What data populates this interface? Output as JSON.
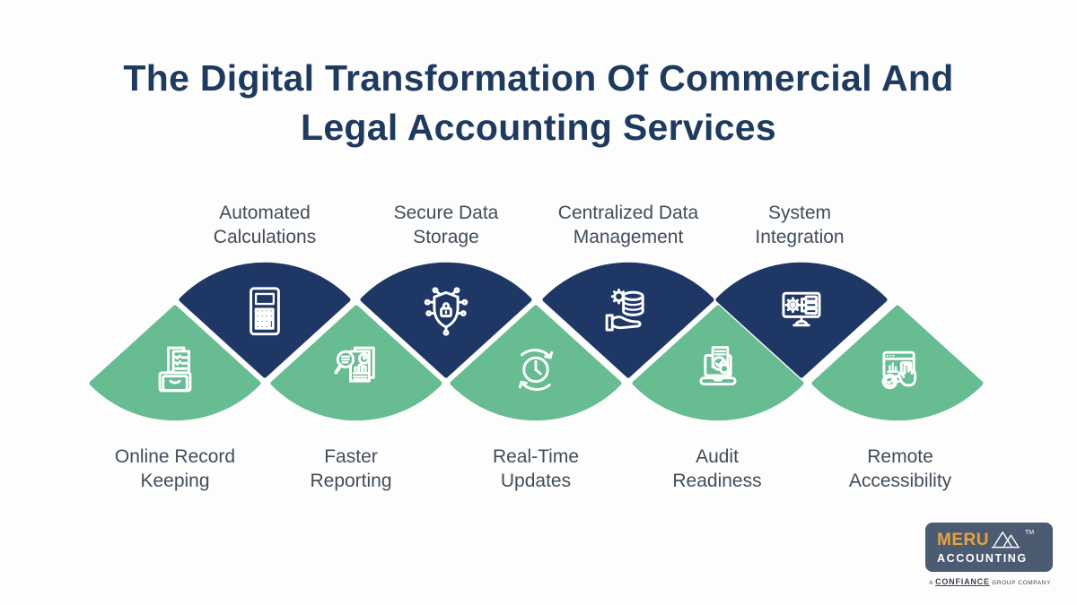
{
  "title": {
    "lines": [
      "The Digital Transformation Of Commercial And",
      "Legal Accounting Services"
    ]
  },
  "steps": [
    {
      "label": "Online Record Keeping",
      "lines": [
        "Online Record",
        "Keeping"
      ],
      "row": "bottom",
      "icon": "inbox-documents-icon"
    },
    {
      "label": "Automated Calculations",
      "lines": [
        "Automated",
        "Calculations"
      ],
      "row": "top",
      "icon": "calculator-icon"
    },
    {
      "label": "Faster Reporting",
      "lines": [
        "Faster",
        "Reporting"
      ],
      "row": "bottom",
      "icon": "report-magnifier-icon"
    },
    {
      "label": "Secure Data Storage",
      "lines": [
        "Secure Data",
        "Storage"
      ],
      "row": "top",
      "icon": "shield-lock-icon"
    },
    {
      "label": "Real-Time Updates",
      "lines": [
        "Real-Time",
        "Updates"
      ],
      "row": "bottom",
      "icon": "clock-refresh-icon"
    },
    {
      "label": "Centralized Data Management",
      "lines": [
        "Centralized Data",
        "Management"
      ],
      "row": "top",
      "icon": "database-hand-icon"
    },
    {
      "label": "Audit Readiness",
      "lines": [
        "Audit",
        "Readiness"
      ],
      "row": "bottom",
      "icon": "laptop-audit-check-icon"
    },
    {
      "label": "System Integration",
      "lines": [
        "System",
        "Integration"
      ],
      "row": "top",
      "icon": "monitor-gear-network-icon"
    },
    {
      "label": "Remote Accessibility",
      "lines": [
        "Remote",
        "Accessibility"
      ],
      "row": "bottom",
      "icon": "browser-hand-pointer-icon"
    }
  ],
  "logo": {
    "brand": "MERU",
    "word": "ACCOUNTING",
    "trademark": "TM",
    "tagline_prefix": "A",
    "tagline_brand": "CONFIANCE",
    "tagline_suffix": "GROUP COMPANY",
    "mountain_icon": "mountain-peaks-icon"
  },
  "colors": {
    "navy": "#1F3765",
    "green": "#67BC92",
    "title_text": "#1F3A5F",
    "label_text": "#414D59",
    "background": "#FDFDFD",
    "logo_box": "#4B5B71",
    "logo_accent": "#E8A33D",
    "tagline_text": "#3A4550"
  }
}
